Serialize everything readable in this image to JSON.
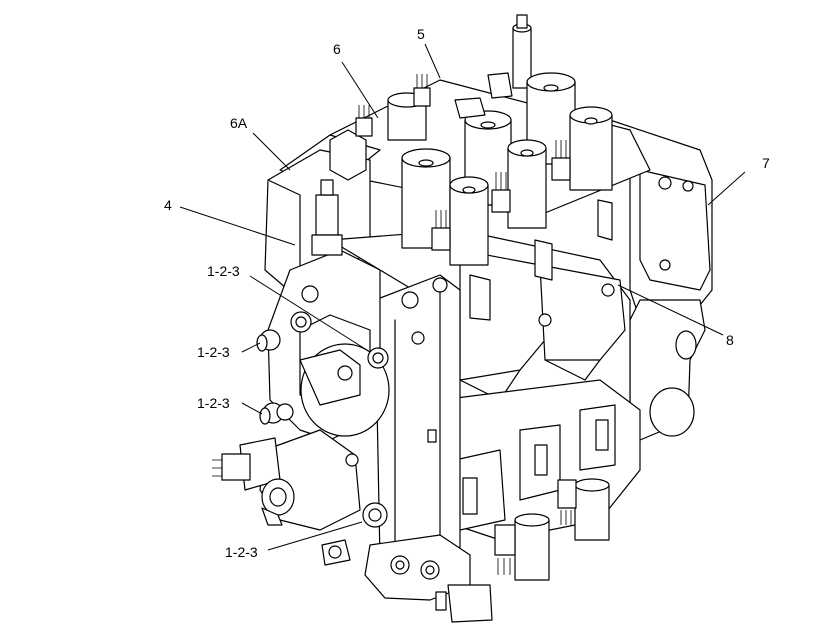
{
  "callouts": {
    "c5": "5",
    "c6": "6",
    "c6a": "6A",
    "c7": "7",
    "c4": "4",
    "c8": "8",
    "c123a": "1-2-3",
    "c123b": "1-2-3",
    "c123c": "1-2-3",
    "c123d": "1-2-3"
  }
}
